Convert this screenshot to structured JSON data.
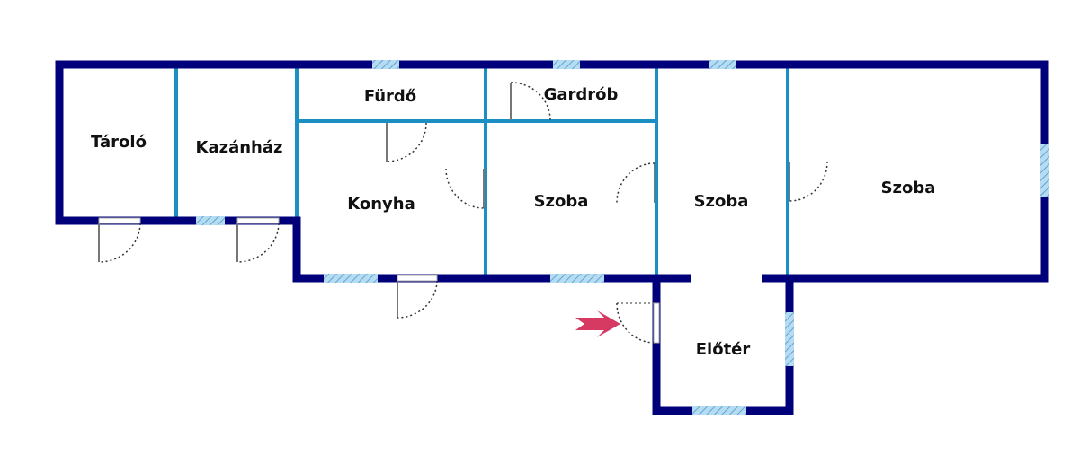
{
  "plan": {
    "rooms": [
      {
        "id": "taroló",
        "label": "Tároló"
      },
      {
        "id": "kazanhaz",
        "label": "Kazánház"
      },
      {
        "id": "furdo",
        "label": "Fürdő"
      },
      {
        "id": "gardrob",
        "label": "Gardrób"
      },
      {
        "id": "konyha",
        "label": "Konyha"
      },
      {
        "id": "szoba1",
        "label": "Szoba"
      },
      {
        "id": "szoba2",
        "label": "Szoba"
      },
      {
        "id": "szoba3",
        "label": "Szoba"
      },
      {
        "id": "eloter",
        "label": "Előtér"
      }
    ],
    "colors": {
      "outer_wall": "#00007a",
      "inner_wall": "#1a8fc3",
      "window_fill": "#b7dcf2",
      "window_hatch": "#5aa6d6",
      "door_swing": "#333333",
      "door_leaf": "#777777",
      "entrance_arrow": "#d63a63",
      "label": "#111111"
    },
    "icons": {
      "entrance": "entrance-arrow-icon",
      "door": "door-swing-icon",
      "window": "window-icon"
    }
  }
}
